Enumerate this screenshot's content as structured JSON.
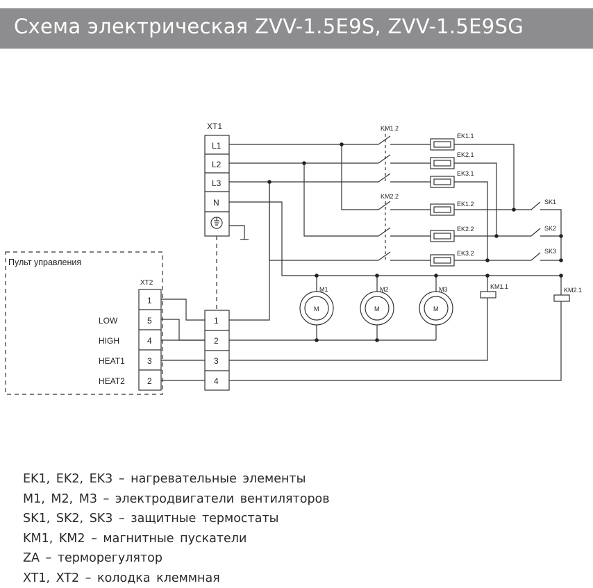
{
  "header": {
    "title": "Схема электрическая ZVV-1.5E9S,  ZVV-1.5E9SG"
  },
  "diagram": {
    "xt1": {
      "label": "XT1",
      "terminals": [
        "L1",
        "L2",
        "L3",
        "N"
      ]
    },
    "control_panel": {
      "label": "Пульт управления"
    },
    "xt2": {
      "label": "XT2",
      "pins": [
        "1",
        "5",
        "4",
        "3",
        "2"
      ]
    },
    "signals": [
      "LOW",
      "HIGH",
      "HEAT1",
      "HEAT2"
    ],
    "terminal_block": [
      "1",
      "2",
      "3",
      "4"
    ],
    "contact_labels": {
      "km12": "KM1.2",
      "km22": "KM2.2"
    },
    "heaters": [
      "EK1.1",
      "EK2.1",
      "EK3.1",
      "EK1.2",
      "EK2.2",
      "EK3.2"
    ],
    "thermostats": [
      "SK1",
      "SK2",
      "SK3"
    ],
    "motors": [
      "M1",
      "M2",
      "M3"
    ],
    "motor_symbol": "M",
    "coils": [
      "KM1.1",
      "KM2.1"
    ]
  },
  "legend": [
    "EK1, EK2, EK3 – нагревательные элементы",
    "M1, M2, M3 – электродвигатели вентиляторов",
    "SK1, SK2, SK3 – защитные термостаты",
    "KM1, KM2  – магнитные пускатели",
    "ZA – терморегулятор",
    "XT1, XT2  – колодка клеммная"
  ]
}
